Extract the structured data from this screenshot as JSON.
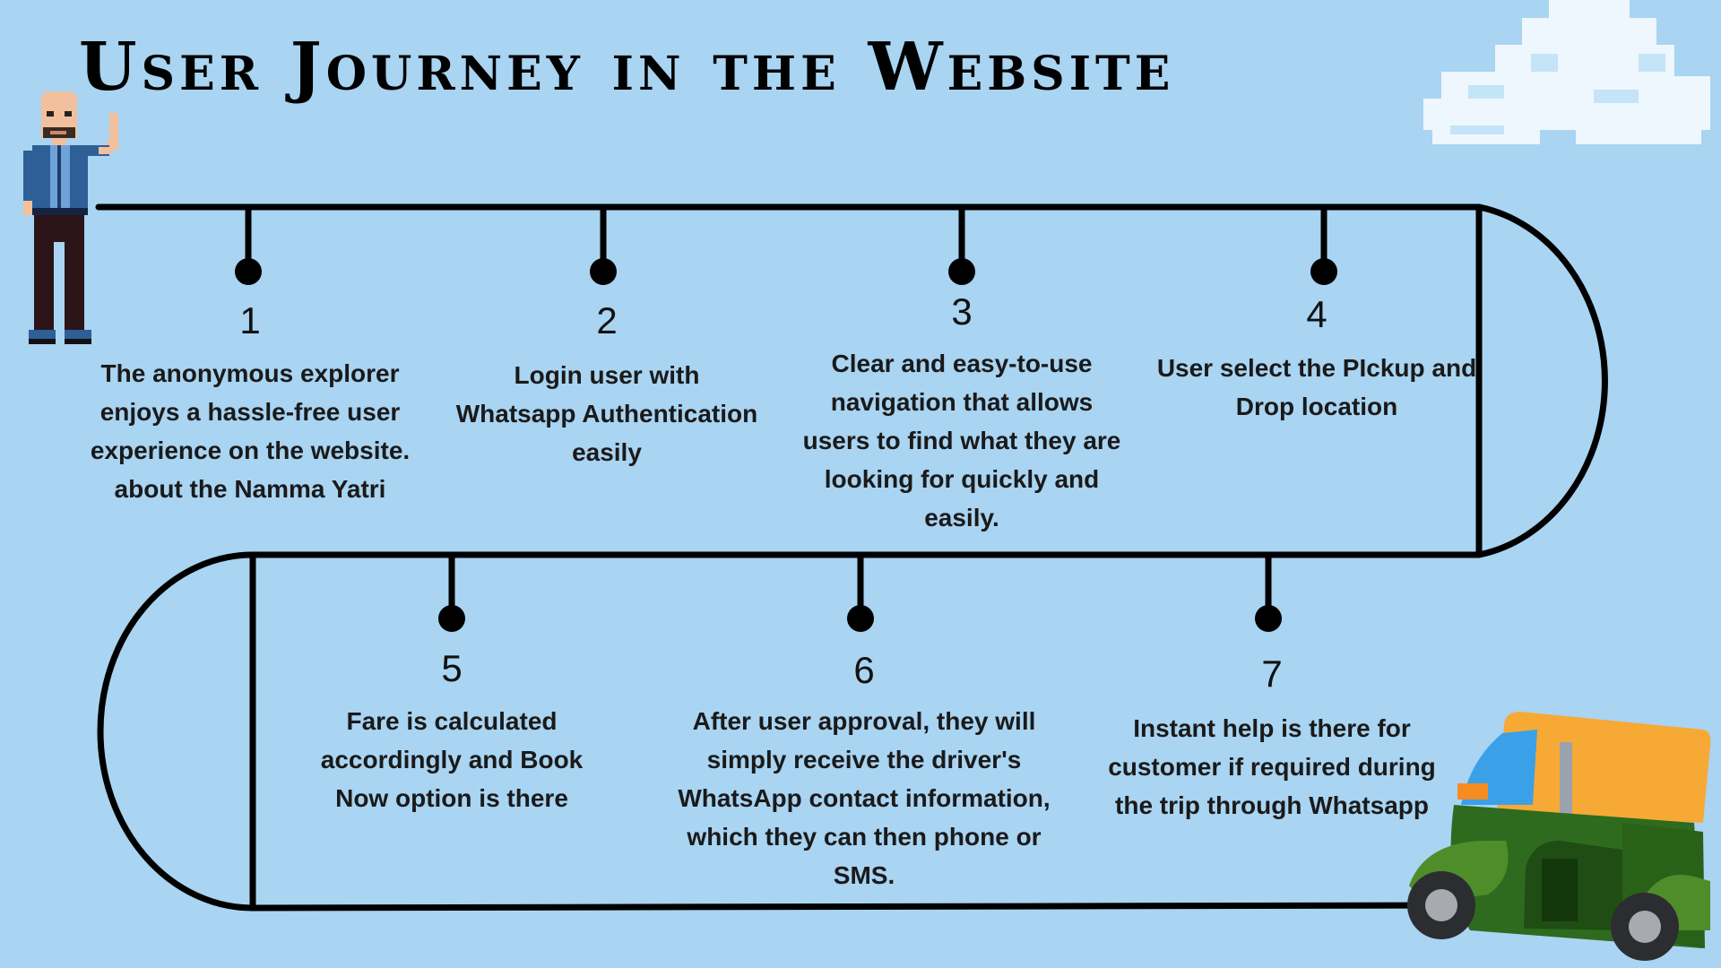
{
  "title": "User Journey in the Website",
  "colors": {
    "background": "#a9d4f2",
    "track": "#000000",
    "text": "#1a1a1a"
  },
  "steps": [
    {
      "number": "1",
      "text": "The anonymous explorer enjoys a hassle-free user experience on the website. about the Namma Yatri"
    },
    {
      "number": "2",
      "text": "Login user with Whatsapp Authentication easily"
    },
    {
      "number": "3",
      "text": "Clear and easy-to-use navigation that allows users to find what they are looking for quickly and easily."
    },
    {
      "number": "4",
      "text": "User select the PIckup and Drop location"
    },
    {
      "number": "5",
      "text": "Fare is calculated accordingly and Book Now option is there"
    },
    {
      "number": "6",
      "text": "After user approval, they will simply receive the driver's WhatsApp contact information, which they can then phone or SMS."
    },
    {
      "number": "7",
      "text": "Instant help is there for customer if required during the trip through Whatsapp"
    }
  ],
  "illustrations": [
    "pixel-person-waving",
    "pixel-cloud",
    "auto-rickshaw"
  ]
}
